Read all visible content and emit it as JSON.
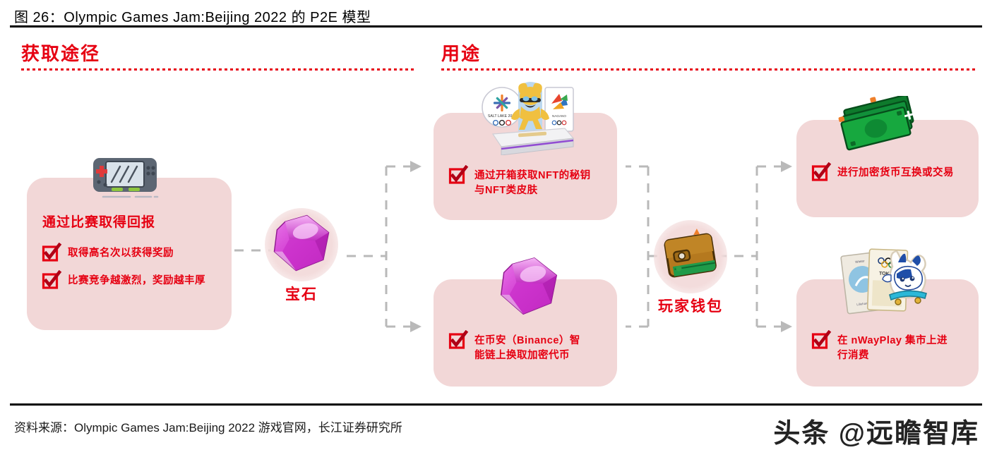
{
  "figure": {
    "title": "图 26：Olympic Games Jam:Beijing 2022 的 P2E 模型",
    "source": "资料来源：Olympic Games Jam:Beijing 2022 游戏官网，长江证券研究所",
    "watermark": "头条 @远瞻智库"
  },
  "sections": [
    {
      "id": "acquire",
      "label": "获取途径"
    },
    {
      "id": "usage",
      "label": "用途"
    }
  ],
  "cards": [
    {
      "id": "play-to-earn",
      "title": "通过比赛取得回报",
      "icon": "handheld-console-icon",
      "bullets": [
        "取得高名次以获得奖励",
        "比赛竞争越激烈，奖励越丰厚"
      ]
    },
    {
      "id": "loot-box-nft",
      "title": "",
      "icon": "loot-box-cards-icon",
      "bullets": [
        "通过开箱获取NFT的秘钥\n与NFT类皮肤"
      ]
    },
    {
      "id": "binance-swap",
      "title": "",
      "icon": "gem-icon",
      "bullets": [
        "在币安（Binance）智\n能链上换取加密代币"
      ]
    },
    {
      "id": "crypto-trade",
      "title": "",
      "icon": "money-stack-icon",
      "bullets": [
        "进行加密货币互换或交易"
      ]
    },
    {
      "id": "nwayplay-market",
      "title": "",
      "icon": "collectible-cards-icon",
      "bullets": [
        "在 nWayPlay 集市上进\n行消费"
      ]
    }
  ],
  "hubs": [
    {
      "id": "gem",
      "label": "宝石",
      "icon": "gem-icon"
    },
    {
      "id": "wallet",
      "label": "玩家钱包",
      "icon": "wallet-icon"
    }
  ],
  "colors": {
    "accent_red": "#e60012",
    "card_bg": "#f2d7d7",
    "connector_gray": "#b9b9b9",
    "gem_magenta": "#cc33cc",
    "money_green": "#13a538",
    "wallet_brown": "#b5791f"
  }
}
